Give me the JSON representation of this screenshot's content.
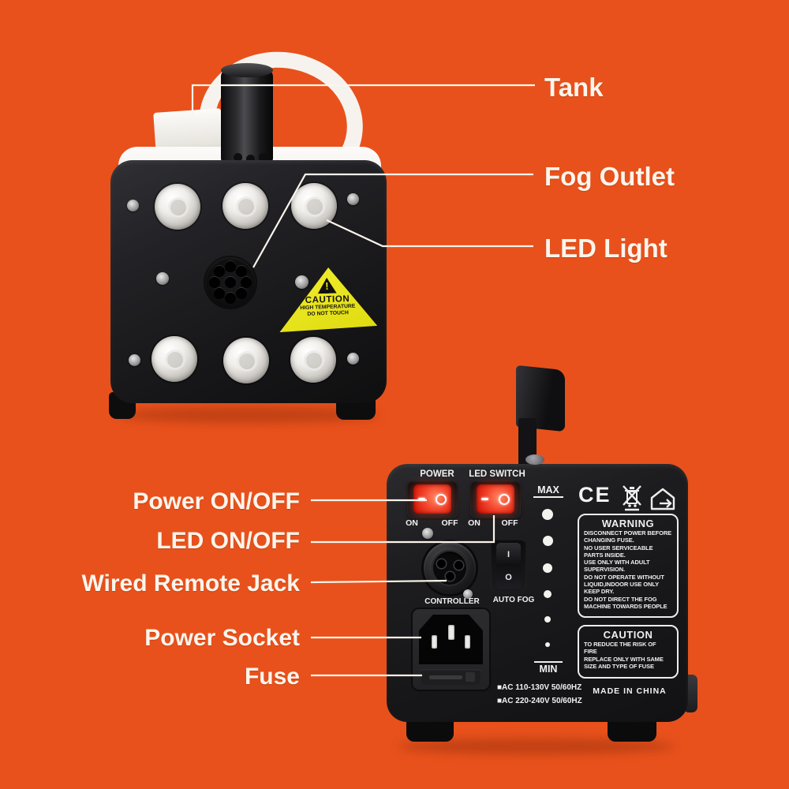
{
  "colors": {
    "background": "#E8511C",
    "label_text": "#FBF5EC",
    "switch_red": "#E62B1A",
    "caution_yellow": "#E9E41F",
    "panel_black": "#17171A",
    "machine_white": "#F4F1EB"
  },
  "front_view": {
    "callouts": [
      {
        "label": "Tank"
      },
      {
        "label": "Fog Outlet"
      },
      {
        "label": "LED Light"
      }
    ],
    "caution_sticker": {
      "exclamation": "!",
      "title": "CAUTION",
      "line1": "HIGH TEMPERATURE",
      "line2": "DO NOT TOUCH"
    }
  },
  "back_view": {
    "callouts": [
      {
        "label": "Power ON/OFF"
      },
      {
        "label": "LED ON/OFF"
      },
      {
        "label": "Wired Remote Jack"
      },
      {
        "label": "Power Socket"
      },
      {
        "label": "Fuse"
      }
    ],
    "panel": {
      "power_switch_label": "POWER",
      "led_switch_label": "LED SWITCH",
      "power_on": "ON",
      "power_off": "OFF",
      "led_on": "ON",
      "led_off": "OFF",
      "max_label": "MAX",
      "min_label": "MIN",
      "controller_label": "CONTROLLER",
      "auto_fog_label": "AUTO FOG",
      "auto_fog_on": "I",
      "auto_fog_off": "O",
      "ce_mark": "CE",
      "warning": {
        "title": "WARNING",
        "lines": [
          "DISCONNECT POWER BEFORE",
          "CHANGING FUSE.",
          "NO USER SERVICEABLE",
          "PARTS INSIDE.",
          "USE ONLY WITH ADULT",
          "SUPERVISION.",
          "DO NOT OPERATE WITHOUT",
          "LIQUID,INDOOR USE ONLY",
          "KEEP DRY.",
          "DO NOT DIRECT THE FOG",
          "MACHINE TOWARDS PEOPLE"
        ]
      },
      "caution": {
        "title": "CAUTION",
        "lines": [
          "TO REDUCE THE RISK OF",
          "FIRE",
          "REPLACE ONLY WITH SAME",
          "SIZE AND TYPE OF FUSE"
        ]
      },
      "voltage_line1": "■AC 110-130V 50/60HZ",
      "voltage_line2": "■AC 220-240V 50/60HZ",
      "made_in": "MADE IN CHINA"
    },
    "icons": [
      "ce-mark",
      "weee-bin-icon",
      "indoor-use-icon"
    ]
  }
}
